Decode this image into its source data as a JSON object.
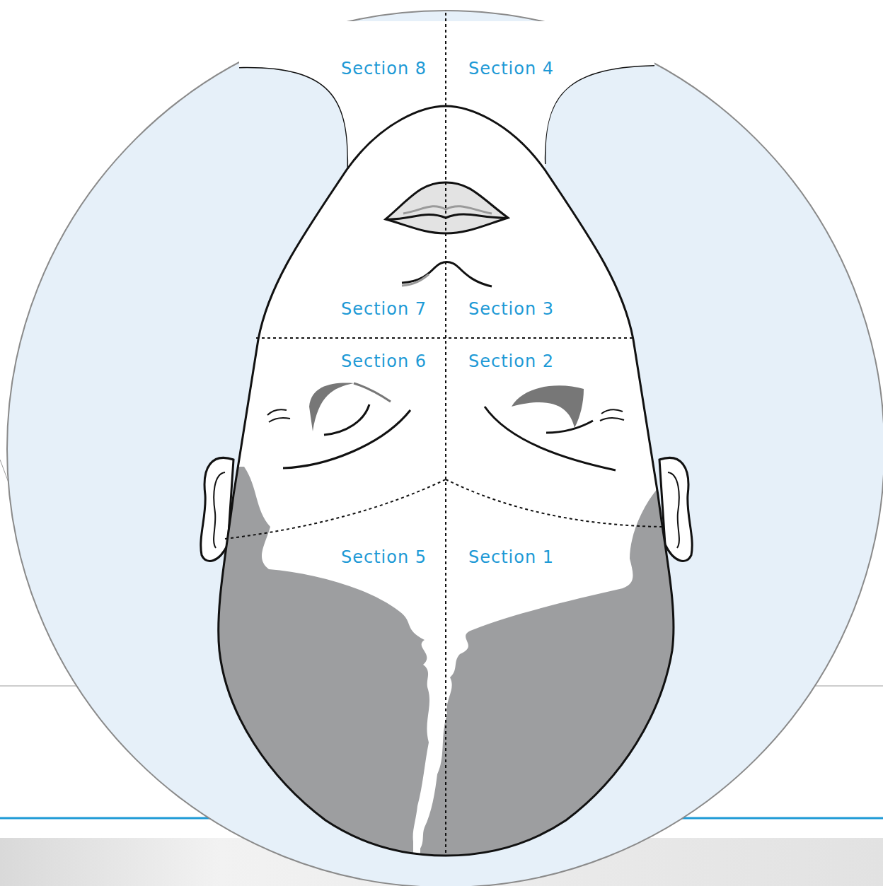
{
  "diagram": {
    "labels": [
      "Section 8",
      "Section 4",
      "Section 7",
      "Section 3",
      "Section 6",
      "Section 2",
      "Section 5",
      "Section 1"
    ]
  }
}
